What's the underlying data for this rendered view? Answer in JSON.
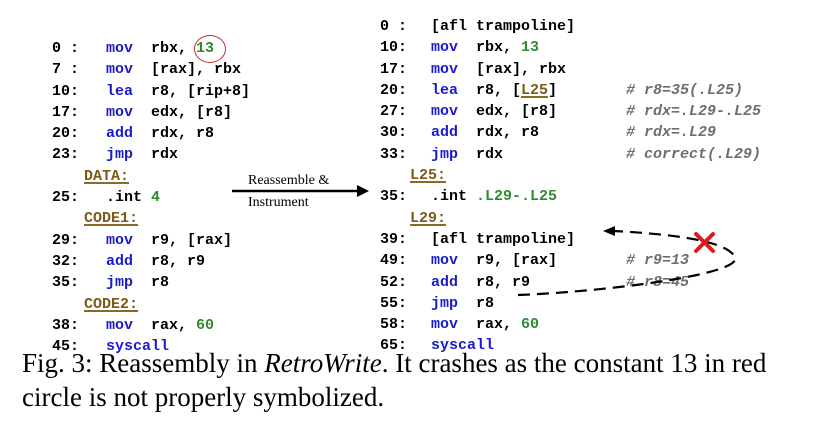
{
  "left_listing": [
    {
      "addr": "0 :",
      "ins": "mov",
      "ops": "rbx, ",
      "num": "13"
    },
    {
      "addr": "7 :",
      "ins": "mov",
      "ops": "[rax], rbx"
    },
    {
      "addr": "10:",
      "ins": "lea",
      "ops": "r8, [rip+8]"
    },
    {
      "addr": "17:",
      "ins": "mov",
      "ops": "edx, [r8]"
    },
    {
      "addr": "20:",
      "ins": "add",
      "ops": "rdx, r8"
    },
    {
      "addr": "23:",
      "ins": "jmp",
      "ops": "rdx"
    },
    {
      "label": "DATA:"
    },
    {
      "addr": "25:",
      "ins": ".int",
      "num": "4"
    },
    {
      "label": "CODE1:"
    },
    {
      "addr": "29:",
      "ins": "mov",
      "ops": "r9, [rax]"
    },
    {
      "addr": "32:",
      "ins": "add",
      "ops": "r8, r9"
    },
    {
      "addr": "35:",
      "ins": "jmp",
      "ops": "r8"
    },
    {
      "label": "CODE2:"
    },
    {
      "addr": "38:",
      "ins": "mov",
      "ops": "rax, ",
      "num": "60"
    },
    {
      "addr": "45:",
      "ins": "syscall"
    }
  ],
  "right_listing": [
    {
      "addr": "0 :",
      "plain": "[afl trampoline]"
    },
    {
      "addr": "10:",
      "ins": "mov",
      "ops": "rbx, ",
      "num": "13"
    },
    {
      "addr": "17:",
      "ins": "mov",
      "ops": "[rax], rbx"
    },
    {
      "addr": "20:",
      "ins": "lea",
      "ops": "r8, [",
      "ref": "L25",
      "ops2": "]",
      "comment": "# r8=35(.L25)"
    },
    {
      "addr": "27:",
      "ins": "mov",
      "ops": "edx, [r8]",
      "comment": "# rdx=.L29-.L25"
    },
    {
      "addr": "30:",
      "ins": "add",
      "ops": "rdx, r8",
      "comment": "# rdx=.L29"
    },
    {
      "addr": "33:",
      "ins": "jmp",
      "ops": "rdx",
      "comment": "# correct(.L29)"
    },
    {
      "label": "L25:"
    },
    {
      "addr": "35:",
      "ins": ".int",
      "num": ".L29-.L25"
    },
    {
      "label": "L29:"
    },
    {
      "addr": "39:",
      "plain": "[afl trampoline]"
    },
    {
      "addr": "49:",
      "ins": "mov",
      "ops": "r9, [rax]",
      "comment": "# r9=13"
    },
    {
      "addr": "52:",
      "ins": "add",
      "ops": "r8, r9",
      "comment": "# r8=45"
    },
    {
      "addr": "55:",
      "ins": "jmp",
      "ops": "r8"
    },
    {
      "addr": "58:",
      "ins": "mov",
      "ops": "rax, ",
      "num": "60"
    },
    {
      "addr": "65:",
      "ins": "syscall"
    }
  ],
  "arrow_label": {
    "line1": "Reassemble &",
    "line2": "Instrument"
  },
  "caption": {
    "prefix": "Fig. 3: Reassembly in ",
    "name": "RetroWrite",
    "suffix": ". It crashes as the constant 13 in red circle is not properly symbolized."
  },
  "colors": {
    "instruction": "#1a1acc",
    "number": "#2e8b2e",
    "label": "#7a5a1a",
    "comment": "#6e6e6e",
    "circle": "#c03030",
    "cross": "#d42020"
  }
}
